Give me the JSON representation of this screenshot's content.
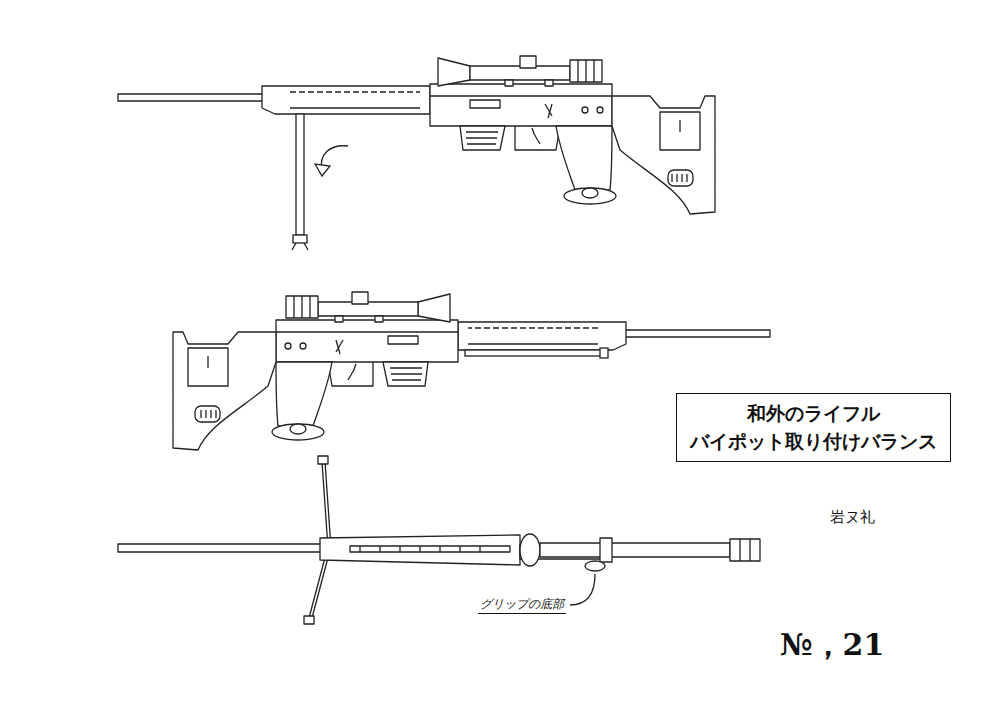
{
  "diagram": {
    "nodes": [
      {
        "text": [
          "和外のライフル",
          "バイポット取り付けバランス"
        ]
      }
    ],
    "labels": [
      "グリップの底部",
      "岩ヌ礼",
      "№，21"
    ]
  }
}
